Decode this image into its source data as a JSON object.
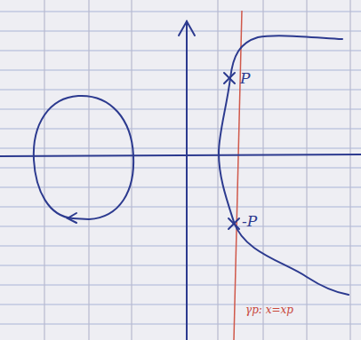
{
  "diagram": {
    "labels": [
      "P",
      "-P",
      "γp: x=xp"
    ]
  }
}
